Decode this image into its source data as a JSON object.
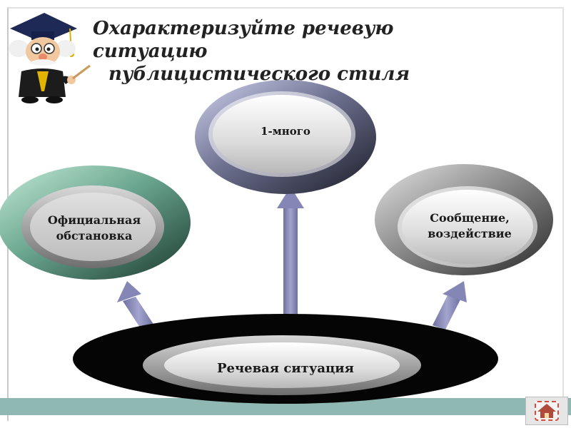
{
  "title": {
    "line1": "Охарактеризуйте речевую ситуацию",
    "line2": "публицистического стиля"
  },
  "diagram": {
    "center": "Речевая ситуация",
    "top": "1-много",
    "left_line1": "Официальная",
    "left_line2": "обстановка",
    "right_line1": "Сообщение,",
    "right_line2": "воздействие"
  },
  "icons": {
    "mascot": "professor-mascot-icon",
    "home": "home-icon"
  },
  "colors": {
    "arrow": "#7e80ad",
    "band": "#8fb8b2",
    "left_ring": "#6aa68f",
    "top_ring": "#6e7190",
    "right_ring": "#8c8c8c",
    "bottom_ring": "#000000"
  }
}
